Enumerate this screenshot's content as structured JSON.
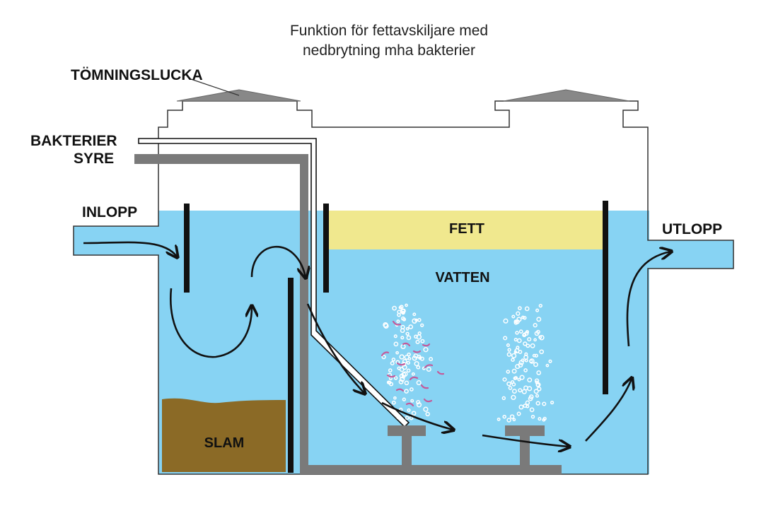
{
  "title": {
    "line1": "Funktion för fettavskiljare med",
    "line2": "nedbrytning mha bakterier"
  },
  "labels": {
    "emptying_hatch": "TÖMNINGSLUCKA",
    "bacteria": "BAKTERIER",
    "oxygen": "SYRE",
    "inlet": "INLOPP",
    "outlet": "UTLOPP",
    "fat": "FETT",
    "water": "VATTEN",
    "sludge": "SLAM"
  },
  "colors": {
    "water": "#87d3f3",
    "fat": "#f0e88e",
    "sludge": "#8b6a26",
    "pipe": "#7a7a7a",
    "hatch": "#888888",
    "baffle": "#111111",
    "bacteria_dots": "#c45a9a"
  }
}
